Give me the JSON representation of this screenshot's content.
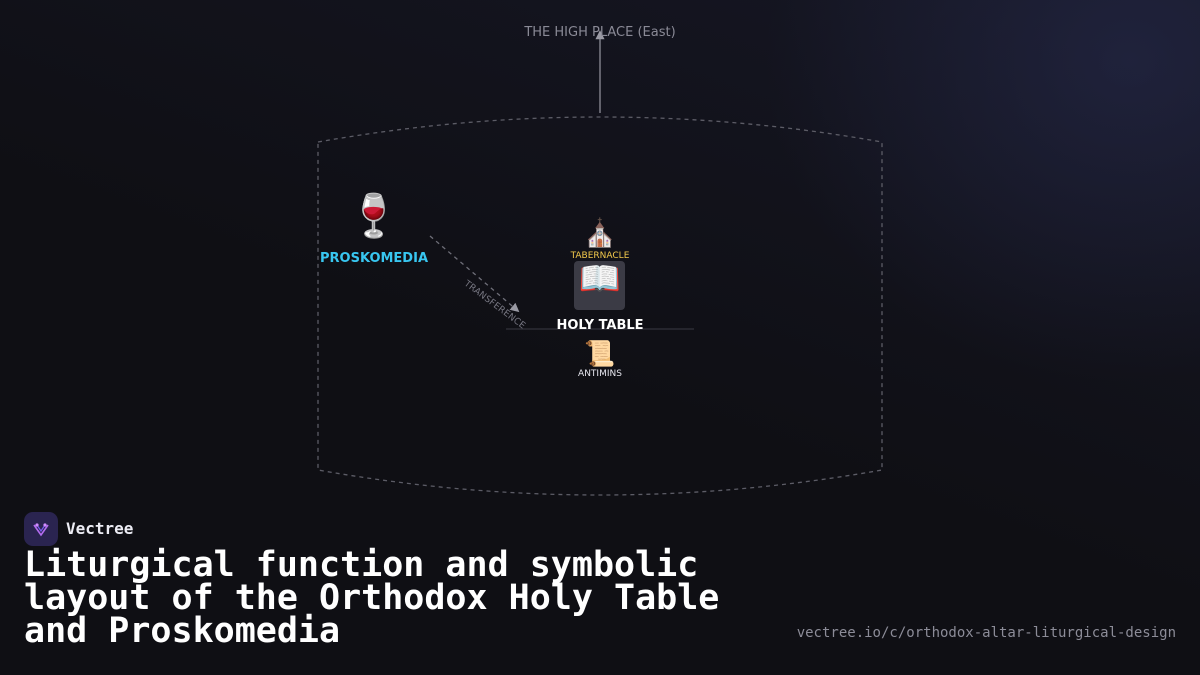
{
  "diagram": {
    "direction_label": "THE HIGH PLACE (East)",
    "nodes": {
      "proskomedia": {
        "label": "PROSKOMEDIA",
        "icon": "wine-glass-icon",
        "color": "#38c6f0"
      },
      "tabernacle": {
        "label": "TABERNACLE",
        "icon": "church-icon",
        "color": "#f2c94c"
      },
      "gospel": {
        "icon": "open-book-icon"
      },
      "holy_table": {
        "label": "HOLY TABLE",
        "color": "#ffffff"
      },
      "antimins": {
        "label": "ANTIMINS",
        "icon": "scroll-icon"
      }
    },
    "edge": {
      "label": "TRANSFERENCE",
      "from": "proskomedia",
      "to": "holy_table"
    }
  },
  "brand": {
    "name": "Vectree"
  },
  "title": "Liturgical function and symbolic layout of the Orthodox Holy Table and Proskomedia",
  "url": "vectree.io/c/orthodox-altar-liturgical-design"
}
